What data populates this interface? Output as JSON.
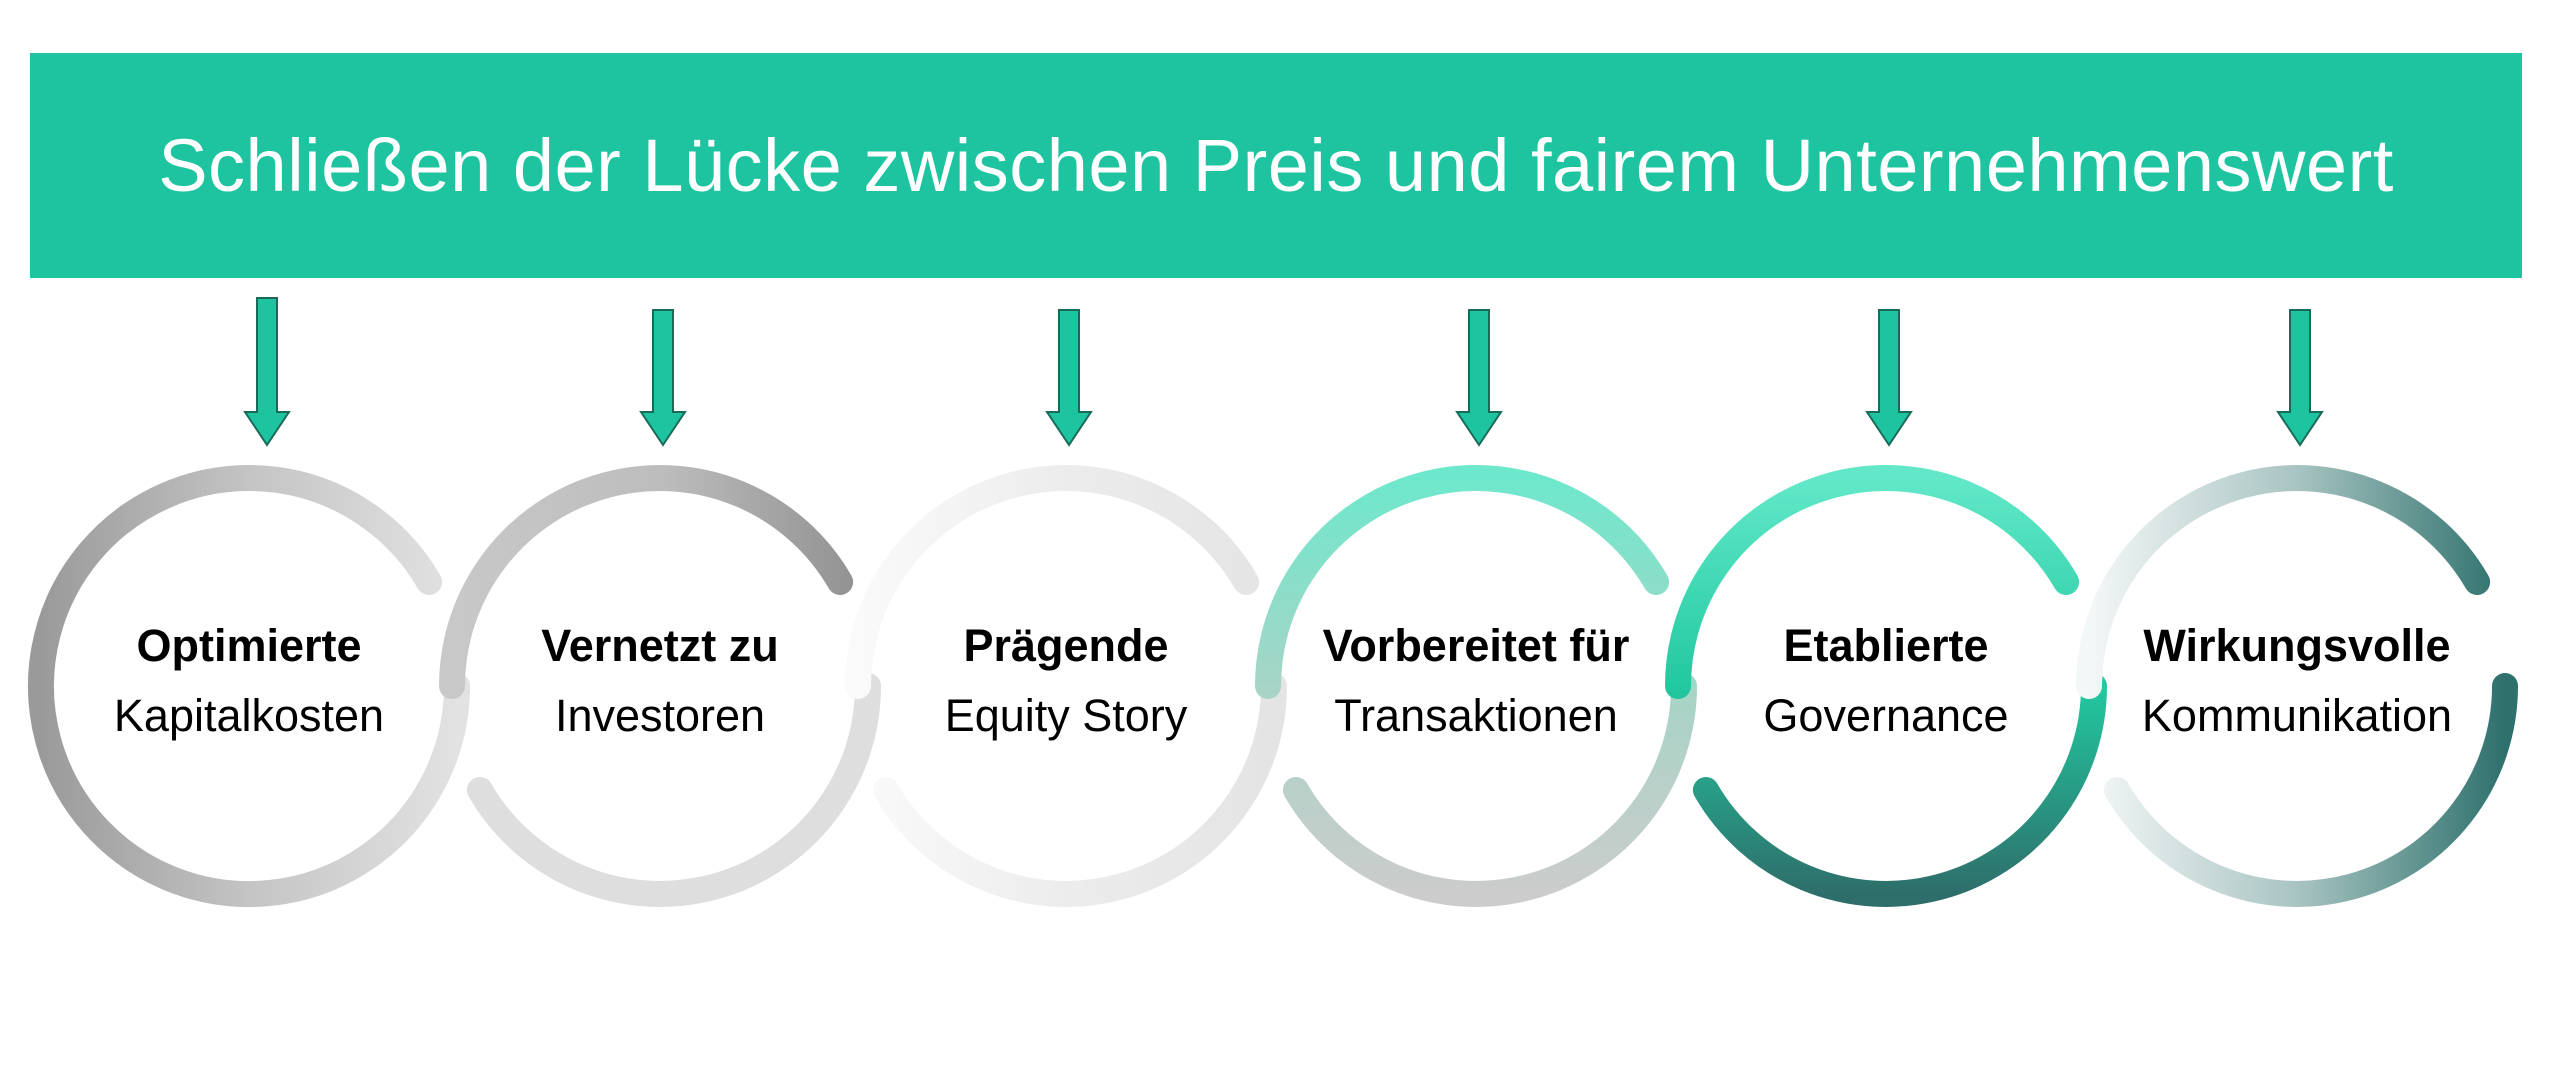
{
  "title": "Schließen der Lücke zwischen Preis und fairem Unternehmenswert",
  "colors": {
    "banner": "#1dc49f",
    "arrow_fill": "#1dc49f",
    "arrow_stroke": "#1a6a5a"
  },
  "steps": [
    {
      "line1": "Optimierte",
      "line2": "Kapitalkosten",
      "gradient": [
        "#9a9a9a",
        "#c4c4c4",
        "#e2e2e2"
      ],
      "dir": "h"
    },
    {
      "line1": "Vernetzt zu",
      "line2": "Investoren",
      "gradient": [
        "#c8c8c8",
        "#bdbdbd",
        "#8f8f8f"
      ],
      "dir": "h",
      "bottom": "#dedede"
    },
    {
      "line1": "Prägende",
      "line2": "Equity Story",
      "gradient": [
        "#fafafa",
        "#ececec",
        "#e4e4e4"
      ],
      "dir": "h"
    },
    {
      "line1": "Vorbereitet für",
      "line2": "Transaktionen",
      "gradient": [
        "#6ee8cc",
        "#a6d4c6",
        "#cccccc"
      ],
      "dir": "v"
    },
    {
      "line1": "Etablierte",
      "line2": "Governance",
      "gradient": [
        "#62e8c8",
        "#22c9a0",
        "#2e6e6a"
      ],
      "dir": "v"
    },
    {
      "line1": "Wirkungsvolle",
      "line2": "Kommunikation",
      "gradient": [
        "#f4f7f7",
        "#a8c4c2",
        "#2e706c"
      ],
      "dir": "h"
    }
  ]
}
